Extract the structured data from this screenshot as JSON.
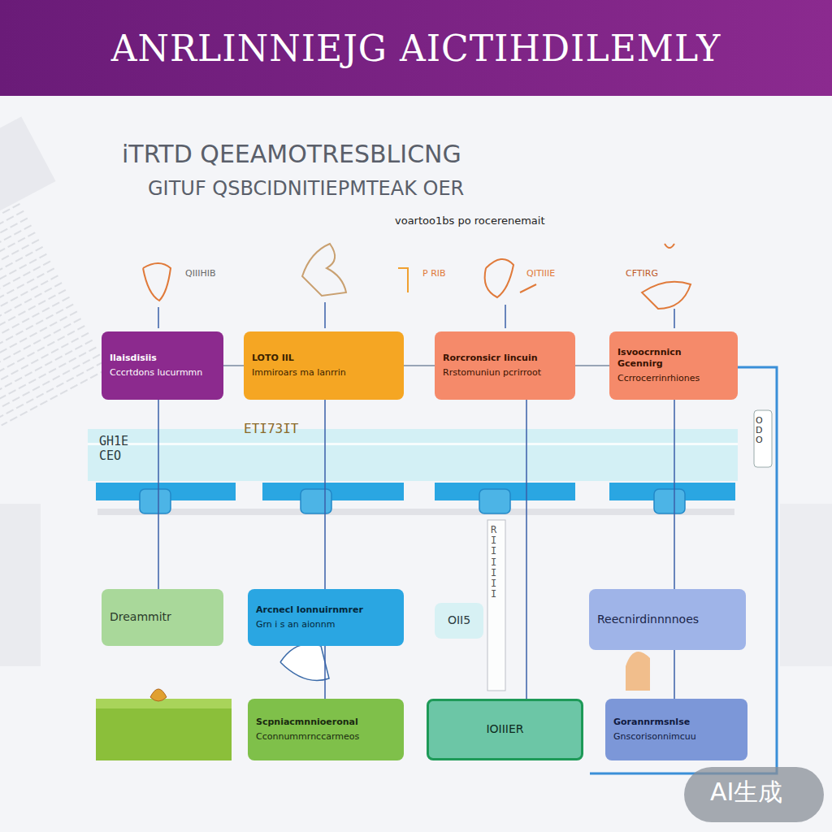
{
  "diagram": {
    "title": "ANRLINNIEJG AICTIHDILEMLY",
    "nodes": [
      {
        "text": [
          "Ilaisdisiis",
          "Cccrtdons lucurmmn"
        ]
      },
      {
        "text": [
          "LOTO IIL",
          "Immiroars ma lanrrin"
        ]
      },
      {
        "text": [
          "Rorcronsicr Iincuin",
          "Rrstomuniun pcrirroot"
        ]
      },
      {
        "text": [
          "Isvoocrnnicn Gcennirg",
          "Ccrrocerrinrhiones"
        ]
      },
      {
        "text": [
          "Dreammitr"
        ]
      },
      {
        "text": [
          "Arcnecl Ionnuirnmrer",
          "Grn i s an aionnm"
        ]
      },
      {
        "text": [
          "OII5"
        ]
      },
      {
        "text": [
          "Reecnirdinnnnoes"
        ]
      },
      {
        "text": [
          "Scpniacmnnioeronal",
          "Cconnummrnccarmeos"
        ]
      },
      {
        "text": [
          "IOIIIER"
        ]
      },
      {
        "text": [
          "Gorannrmsnlse",
          "Gnscorisonnimcuu"
        ]
      }
    ],
    "edges": [
      {
        "from": 0,
        "to": 1,
        "arrow": "none"
      },
      {
        "from": 1,
        "to": 2,
        "arrow": "none"
      },
      {
        "from": 2,
        "to": 3,
        "arrow": "none"
      },
      {
        "from": 0,
        "to": 4,
        "arrow": "none"
      },
      {
        "from": 1,
        "to": 5,
        "arrow": "none"
      },
      {
        "from": 2,
        "to": 9,
        "arrow": "none"
      },
      {
        "from": 3,
        "to": 7,
        "arrow": "none"
      },
      {
        "from": 5,
        "to": 8,
        "arrow": "none"
      },
      {
        "from": 7,
        "to": 10,
        "arrow": "none"
      }
    ],
    "labels": [
      "iTRTD  QEEAMOTRESBLICNG",
      "GITUF QSBCIDNITIEPMTEAK OER",
      "voartoo1bs po rocerenemait",
      "QIIIHIB",
      "P  RIB",
      "QITIIIE",
      "CFTIRG",
      "GH1E CEO",
      "ETI73IT",
      "RIIIIII",
      "ODO",
      "AI生成"
    ]
  }
}
